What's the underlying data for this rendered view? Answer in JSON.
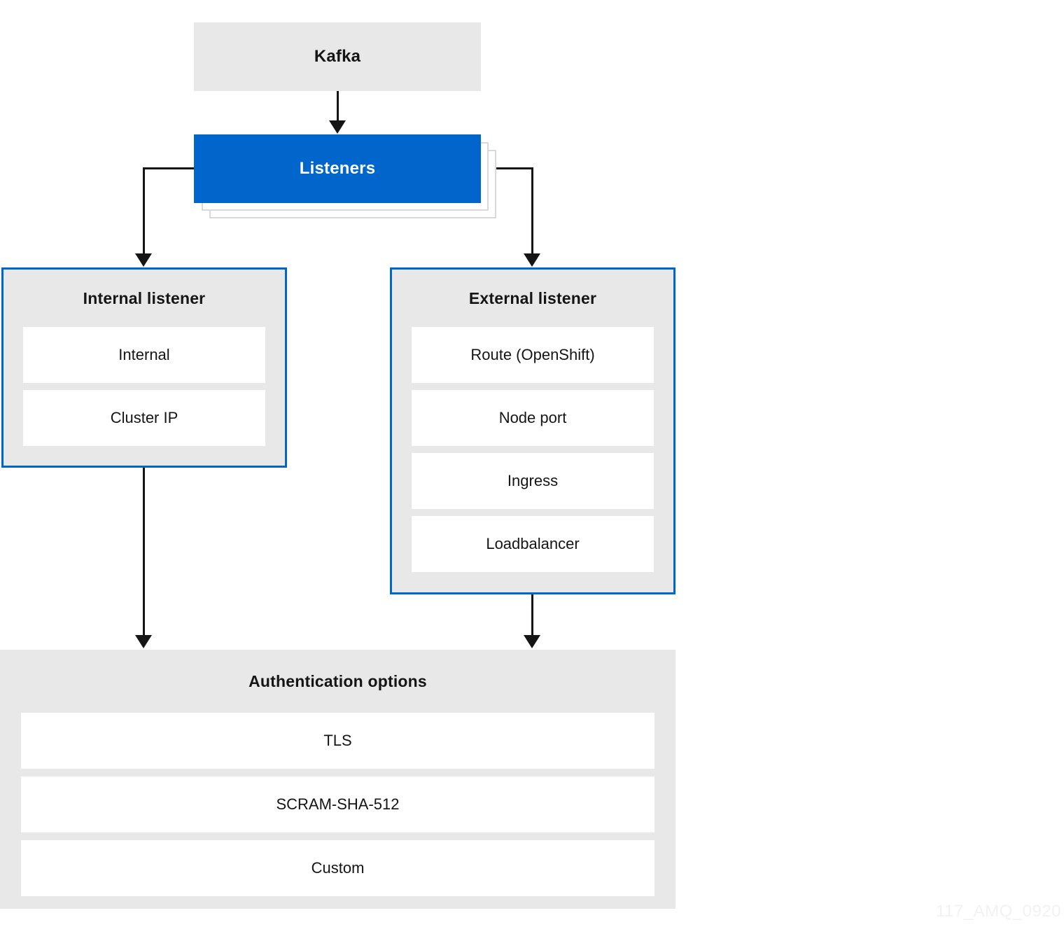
{
  "diagram": {
    "kafka": {
      "label": "Kafka"
    },
    "listeners": {
      "label": "Listeners"
    },
    "internal_listener": {
      "title": "Internal listener",
      "items": [
        "Internal",
        "Cluster IP"
      ]
    },
    "external_listener": {
      "title": "External listener",
      "items": [
        "Route (OpenShift)",
        "Node port",
        "Ingress",
        "Loadbalancer"
      ]
    },
    "authentication": {
      "title": "Authentication options",
      "items": [
        "TLS",
        "SCRAM-SHA-512",
        "Custom"
      ]
    },
    "watermark": "117_AMQ_0920",
    "colors": {
      "accent_blue": "#0066cc",
      "box_gray": "#e8e8e8",
      "line_black": "#151515",
      "stack_shadow_gray": "#d9d9d9",
      "watermark_gray": "#f2f2f2"
    }
  }
}
